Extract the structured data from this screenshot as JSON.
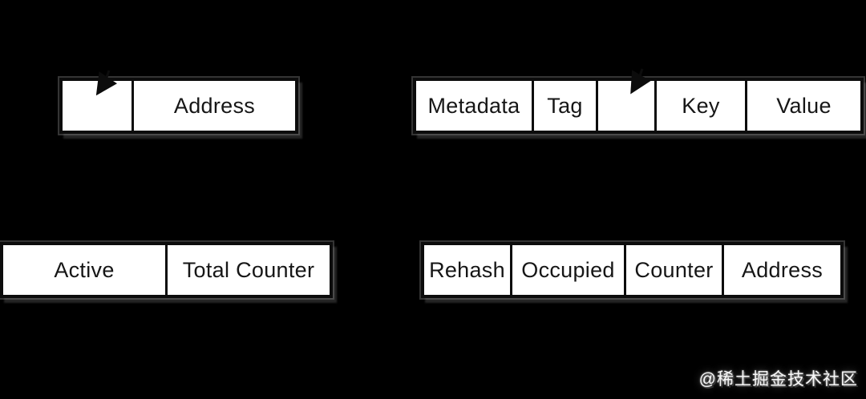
{
  "colors": {
    "background": "#000000",
    "cell_fill": "#ffffff",
    "line": "#0c0c0c",
    "text": "#161616",
    "watermark_text": "#f7f7f7"
  },
  "boxes": [
    {
      "id": "pointer-record",
      "cells": [
        {
          "label": "",
          "icon": "arrow-down-left"
        },
        {
          "label": "Address"
        }
      ]
    },
    {
      "id": "hash-entry-record",
      "cells": [
        {
          "label": "Metadata"
        },
        {
          "label": "Tag"
        },
        {
          "label": "",
          "icon": "arrow-down-left"
        },
        {
          "label": "Key"
        },
        {
          "label": "Value"
        }
      ]
    },
    {
      "id": "counter-record",
      "cells": [
        {
          "label": "Active"
        },
        {
          "label": "Total Counter"
        }
      ]
    },
    {
      "id": "bucket-record",
      "cells": [
        {
          "label": "Rehash"
        },
        {
          "label": "Occupied"
        },
        {
          "label": "Counter"
        },
        {
          "label": "Address"
        }
      ]
    }
  ],
  "watermark": {
    "text": "@稀土掘金技术社区"
  }
}
